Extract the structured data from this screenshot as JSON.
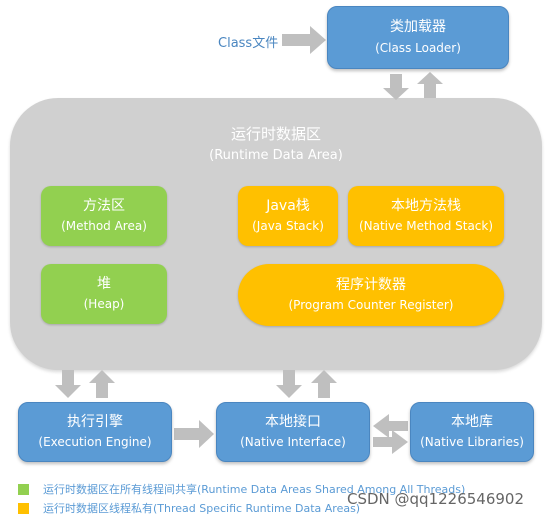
{
  "class_file_label": "Class文件",
  "class_loader": {
    "title": "类加载器",
    "subtitle": "(Class Loader)"
  },
  "runtime": {
    "title": "运行时数据区",
    "subtitle": "(Runtime Data Area)",
    "method_area": {
      "title": "方法区",
      "subtitle": "(Method Area)"
    },
    "heap": {
      "title": "堆",
      "subtitle": "(Heap)"
    },
    "java_stack": {
      "title": "Java栈",
      "subtitle": "(Java Stack)"
    },
    "native_method_stack": {
      "title": "本地方法栈",
      "subtitle": "(Native Method Stack)"
    },
    "program_counter": {
      "title": "程序计数器",
      "subtitle": "(Program Counter Register)"
    }
  },
  "execution_engine": {
    "title": "执行引擎",
    "subtitle": "(Execution Engine)"
  },
  "native_interface": {
    "title": "本地接口",
    "subtitle": "(Native Interface)"
  },
  "native_libraries": {
    "title": "本地库",
    "subtitle": "(Native Libraries)"
  },
  "legend": [
    {
      "color": "#92d050",
      "text": "运行时数据区在所有线程间共享(Runtime Data Areas Shared Among All Threads)"
    },
    {
      "color": "#ffc000",
      "text": "运行时数据区线程私有(Thread Specific Runtime Data Areas)"
    }
  ],
  "watermark": "CSDN @qq1226546902",
  "colors": {
    "blue": "#5b9bd5",
    "green": "#92d050",
    "yellow": "#ffc000",
    "gray": "#d0d0d0",
    "arrow": "#bfbfbf"
  }
}
